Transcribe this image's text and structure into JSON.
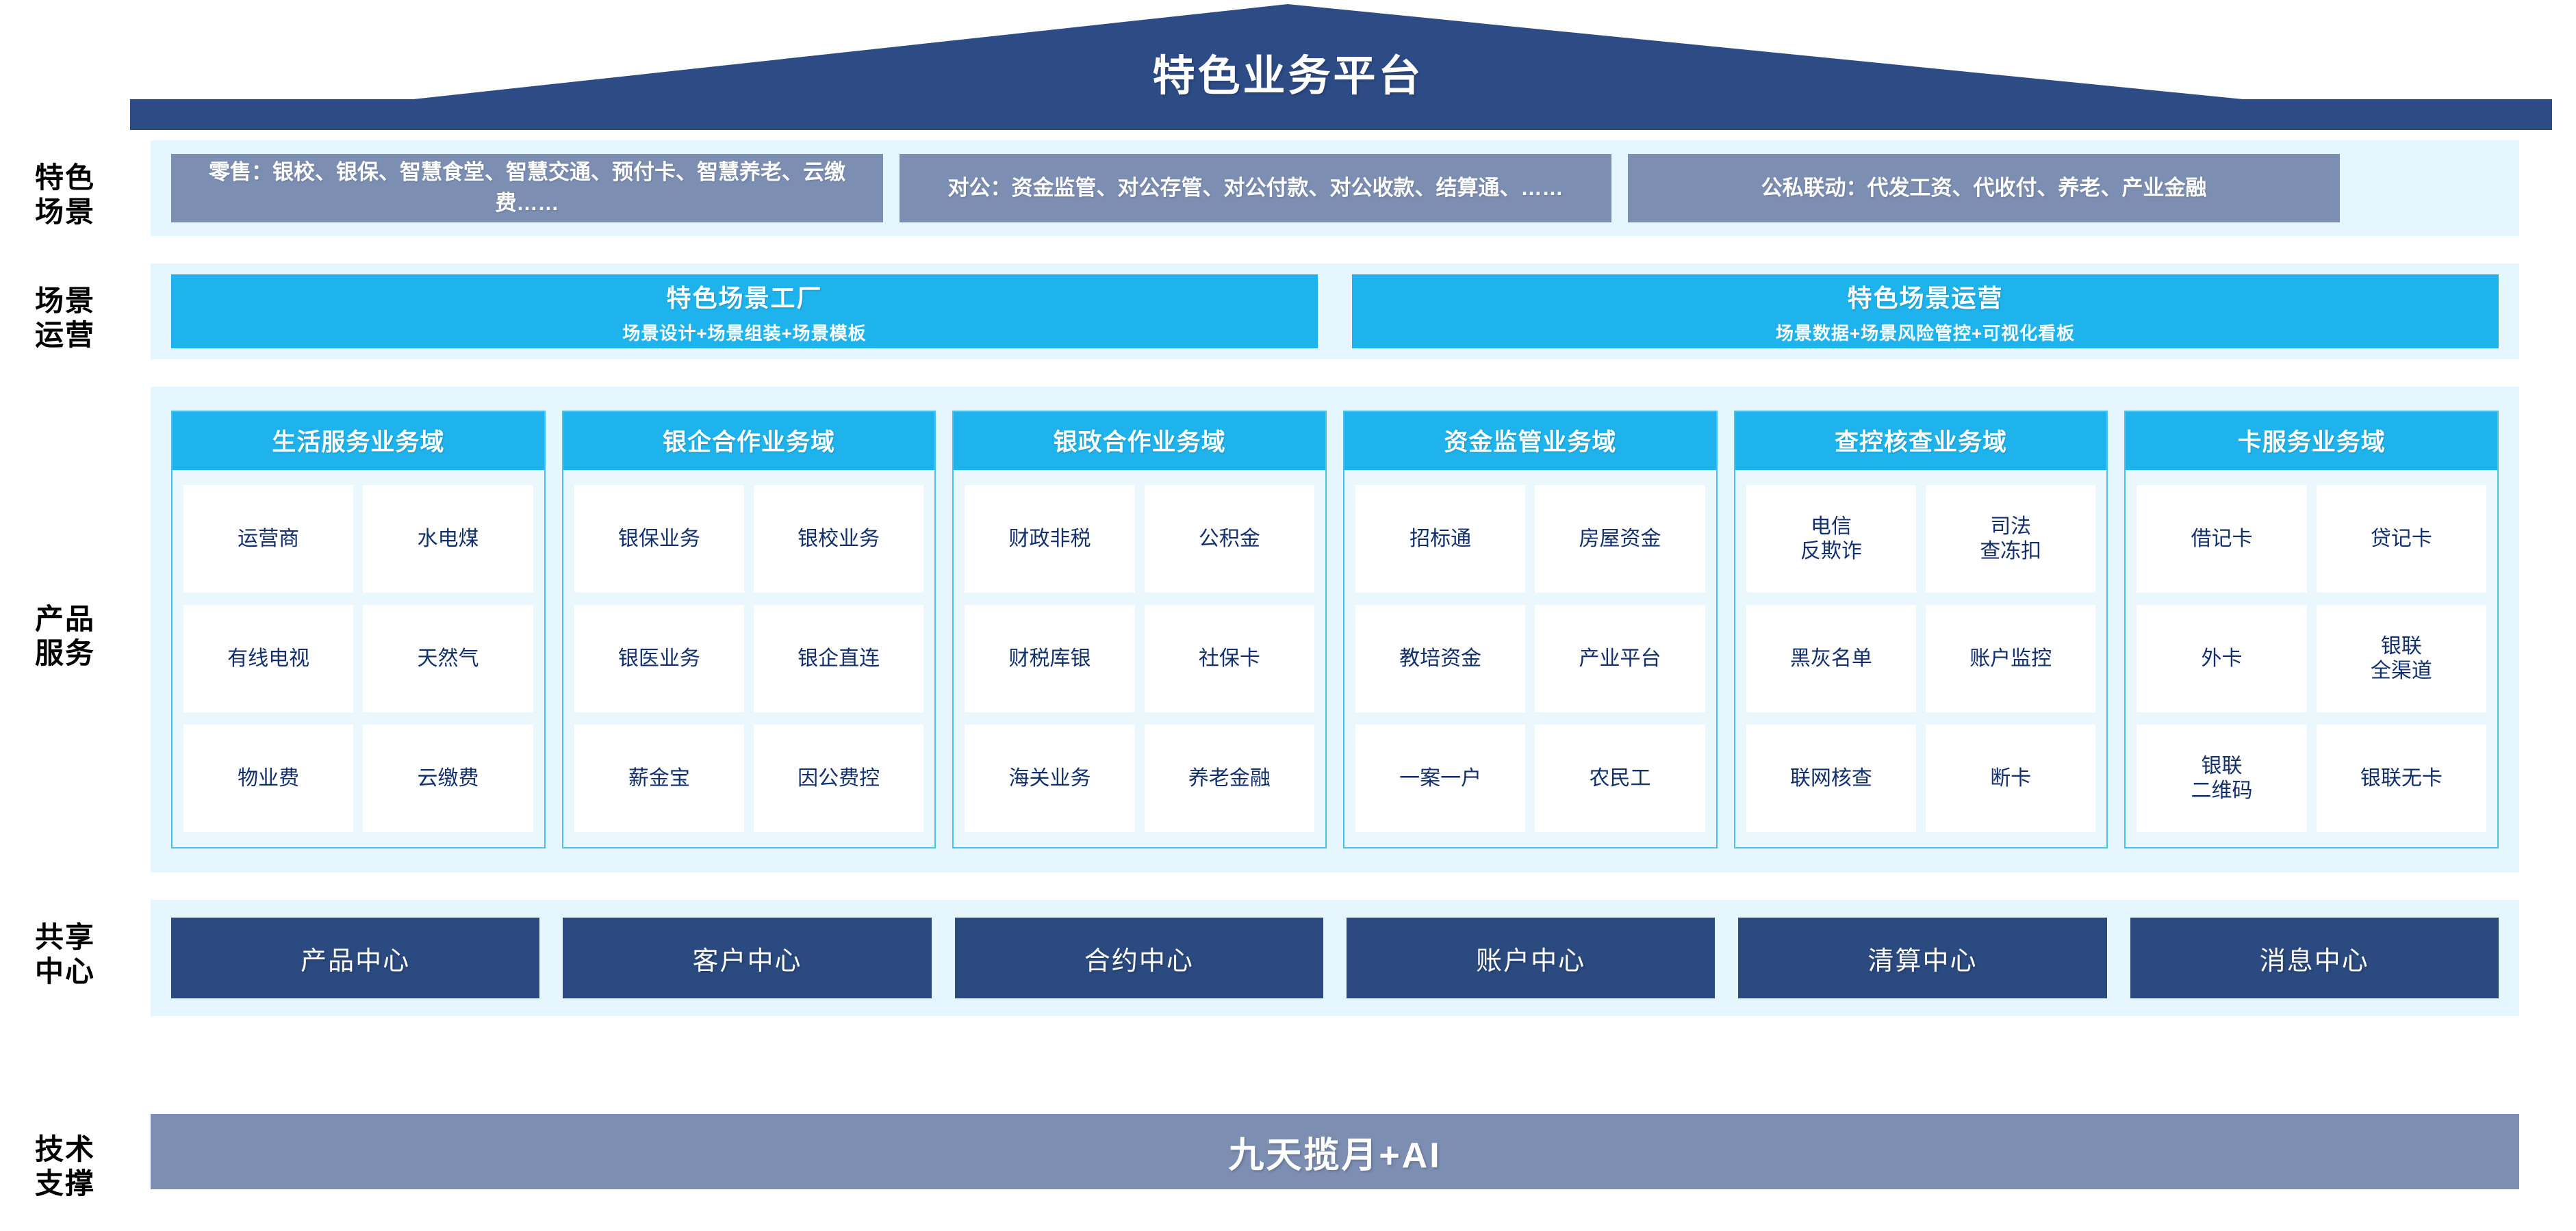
{
  "header": {
    "title": "特色业务平台"
  },
  "row_labels": {
    "scenes": "特色\n场景",
    "operations": "场景\n运营",
    "products": "产品\n服务",
    "shared": "共享\n中心",
    "tech": "技术\n支撑"
  },
  "scenes": {
    "boxes": [
      {
        "name": "retail",
        "text": "零售：银校、银保、智慧食堂、智慧交通、预付卡、智慧养老、云缴费……"
      },
      {
        "name": "corporate",
        "text": "对公：资金监管、对公存管、对公付款、对公收款、结算通、……"
      },
      {
        "name": "public-private",
        "text": "公私联动：代发工资、代收付、养老、产业金融"
      }
    ]
  },
  "operations": {
    "boxes": [
      {
        "title": "特色场景工厂",
        "subtitle": "场景设计+场景组装+场景模板"
      },
      {
        "title": "特色场景运营",
        "subtitle": "场景数据+场景风险管控+可视化看板"
      }
    ]
  },
  "products": {
    "columns": [
      {
        "title": "生活服务业务域",
        "items": [
          "运营商",
          "水电煤",
          "有线电视",
          "天然气",
          "物业费",
          "云缴费"
        ]
      },
      {
        "title": "银企合作业务域",
        "items": [
          "银保业务",
          "银校业务",
          "银医业务",
          "银企直连",
          "薪金宝",
          "因公费控"
        ]
      },
      {
        "title": "银政合作业务域",
        "items": [
          "财政非税",
          "公积金",
          "财税库银",
          "社保卡",
          "海关业务",
          "养老金融"
        ]
      },
      {
        "title": "资金监管业务域",
        "items": [
          "招标通",
          "房屋资金",
          "教培资金",
          "产业平台",
          "一案一户",
          "农民工"
        ]
      },
      {
        "title": "查控核查业务域",
        "items": [
          "电信\n反欺诈",
          "司法\n查冻扣",
          "黑灰名单",
          "账户监控",
          "联网核查",
          "断卡"
        ]
      },
      {
        "title": "卡服务业务域",
        "items": [
          "借记卡",
          "贷记卡",
          "外卡",
          "银联\n全渠道",
          "银联\n二维码",
          "银联无卡"
        ]
      }
    ]
  },
  "shared_centers": {
    "boxes": [
      "产品中心",
      "客户中心",
      "合约中心",
      "账户中心",
      "清算中心",
      "消息中心"
    ]
  },
  "tech_support": {
    "label": "九天揽月+AI"
  },
  "colors": {
    "roof_navy": "#2d4b85",
    "band_light_blue": "#e6f6fe",
    "scene_slate": "#7d8eb3",
    "ops_cyan": "#1eb3ec",
    "shared_navy": "#2b4a80",
    "tile_text_navy": "#13306e",
    "column_border": "#49c2f0"
  }
}
